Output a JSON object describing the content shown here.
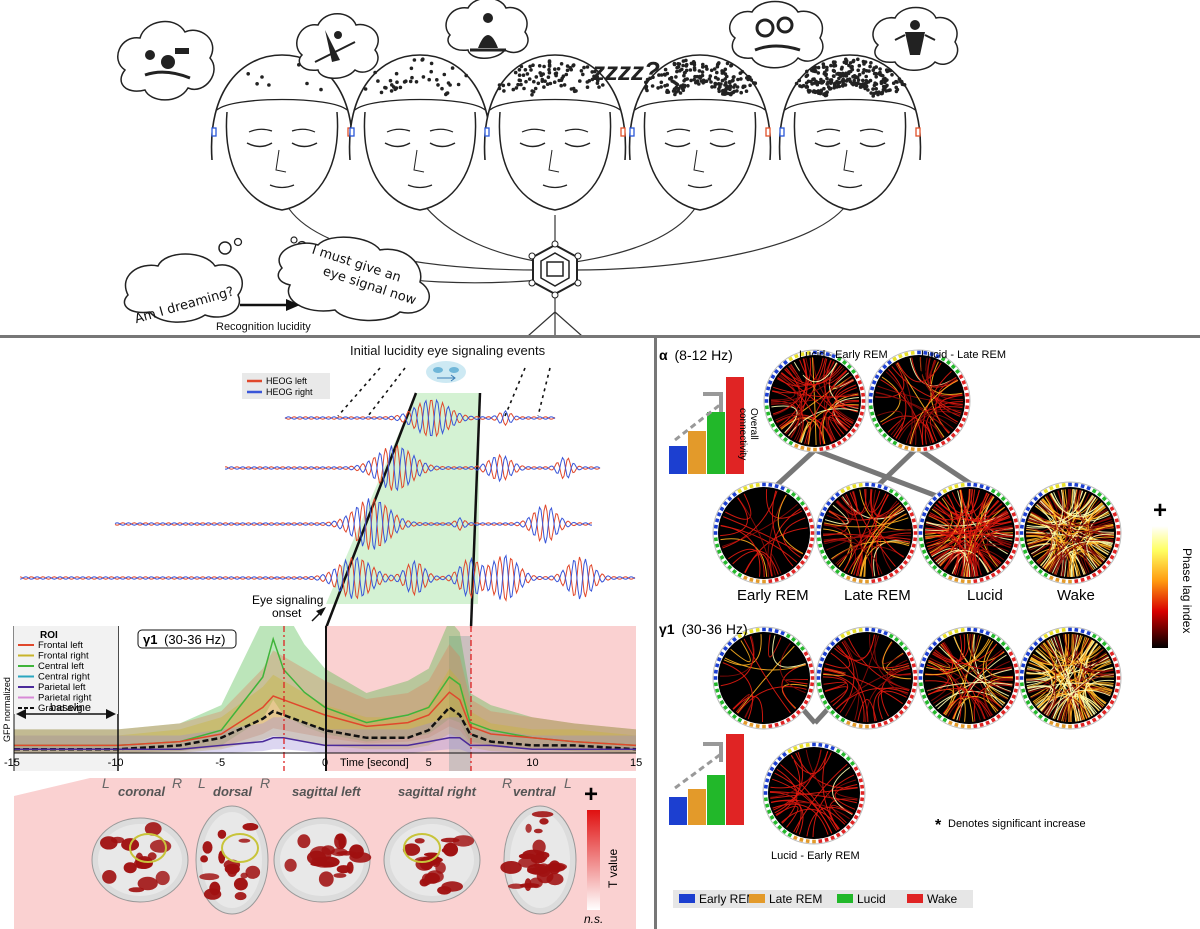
{
  "top_panel": {
    "thought_1": "Am I dreaming?",
    "thought_2": "I must give an eye signal now",
    "arrow_label": "Recognition lucidity",
    "sleep_text": "zzzz?"
  },
  "eye_panel": {
    "title": "Initial lucidity eye signaling events",
    "legend": [
      "HEOG left",
      "HEOG right"
    ],
    "onset_label": "Eye signaling onset",
    "colors": {
      "left": "#e0482c",
      "right": "#3a56d8"
    }
  },
  "gfp_panel": {
    "band": "γ1 (30-36 Hz)",
    "band_symbol": "γ1",
    "band_range": "(30-36 Hz)",
    "ylabel": "GFP normalized",
    "baseline_label": "baseline",
    "xlabel": "Time [second]",
    "roi_title": "ROI",
    "roi": [
      {
        "name": "Frontal left",
        "color": "#e0482c"
      },
      {
        "name": "Frontal right",
        "color": "#c8b42a"
      },
      {
        "name": "Central left",
        "color": "#3fb43a"
      },
      {
        "name": "Central right",
        "color": "#2aa6c0"
      },
      {
        "name": "Parietal left",
        "color": "#4a2a9a"
      },
      {
        "name": "Parietal right",
        "color": "#d889d6"
      },
      {
        "name": "Grand avg",
        "color": "#111111"
      }
    ],
    "xticks": [
      "-15",
      "-10",
      "-5",
      "0",
      "5",
      "10",
      "15"
    ]
  },
  "brain_panel": {
    "views": [
      "coronal",
      "dorsal",
      "sagittal left",
      "sagittal right",
      "ventral"
    ],
    "lr_labels": [
      "L",
      "R",
      "L",
      "R",
      "R",
      "L"
    ],
    "scale_plus": "+",
    "scale_label": "T value",
    "scale_ns": "n.s."
  },
  "alpha_panel": {
    "band_symbol": "α",
    "band_range": "(8-12 Hz)",
    "bar_label": "Overall connectivity",
    "top_labels": [
      "Lucid - Early REM",
      "Lucid - Late REM"
    ],
    "state_labels": [
      "Early REM",
      "Late REM",
      "Lucid",
      "Wake"
    ],
    "star": "*"
  },
  "gamma_panel": {
    "band_symbol": "γ1",
    "band_range": "(30-36 Hz)",
    "bottom_label": "Lucid - Early REM",
    "note": "Denotes significant increase",
    "star": "*"
  },
  "colorbar": {
    "plus": "+",
    "label": "Phase lag index"
  },
  "legend": [
    {
      "name": "Early REM",
      "color": "#1c3fd0"
    },
    {
      "name": "Late REM",
      "color": "#e39a2a"
    },
    {
      "name": "Lucid",
      "color": "#22b82a"
    },
    {
      "name": "Wake",
      "color": "#e02424"
    }
  ],
  "chart_data": {
    "type": "line",
    "x": [
      -15,
      -10,
      -7,
      -5,
      -3,
      -2.5,
      -2,
      -1,
      0,
      2,
      4,
      5,
      6,
      6.5,
      7,
      8,
      10,
      12,
      15
    ],
    "xlim": [
      -15,
      15
    ],
    "xlabel": "Time [second]",
    "ylabel": "GFP normalized",
    "series": [
      {
        "name": "Central left",
        "values": [
          0.2,
          0.2,
          0.3,
          0.6,
          2.0,
          3.0,
          2.2,
          1.6,
          1.2,
          0.8,
          1.0,
          1.2,
          2.0,
          1.8,
          0.8,
          0.6,
          0.4,
          0.3,
          0.2
        ]
      },
      {
        "name": "Frontal left",
        "values": [
          0.2,
          0.2,
          0.3,
          0.5,
          1.2,
          1.5,
          1.4,
          1.2,
          1.0,
          0.7,
          0.8,
          1.0,
          1.6,
          1.4,
          0.7,
          0.5,
          0.4,
          0.3,
          0.2
        ]
      },
      {
        "name": "Grand avg",
        "values": [
          0.1,
          0.1,
          0.2,
          0.4,
          0.9,
          1.1,
          1.0,
          0.8,
          0.6,
          0.4,
          0.4,
          0.6,
          1.2,
          1.0,
          0.5,
          0.3,
          0.2,
          0.2,
          0.1
        ]
      },
      {
        "name": "Parietal left",
        "values": [
          0.1,
          0.1,
          0.1,
          0.2,
          0.3,
          0.4,
          0.4,
          0.3,
          0.2,
          0.2,
          0.2,
          0.3,
          0.4,
          0.4,
          0.2,
          0.2,
          0.1,
          0.1,
          0.1
        ]
      }
    ]
  }
}
